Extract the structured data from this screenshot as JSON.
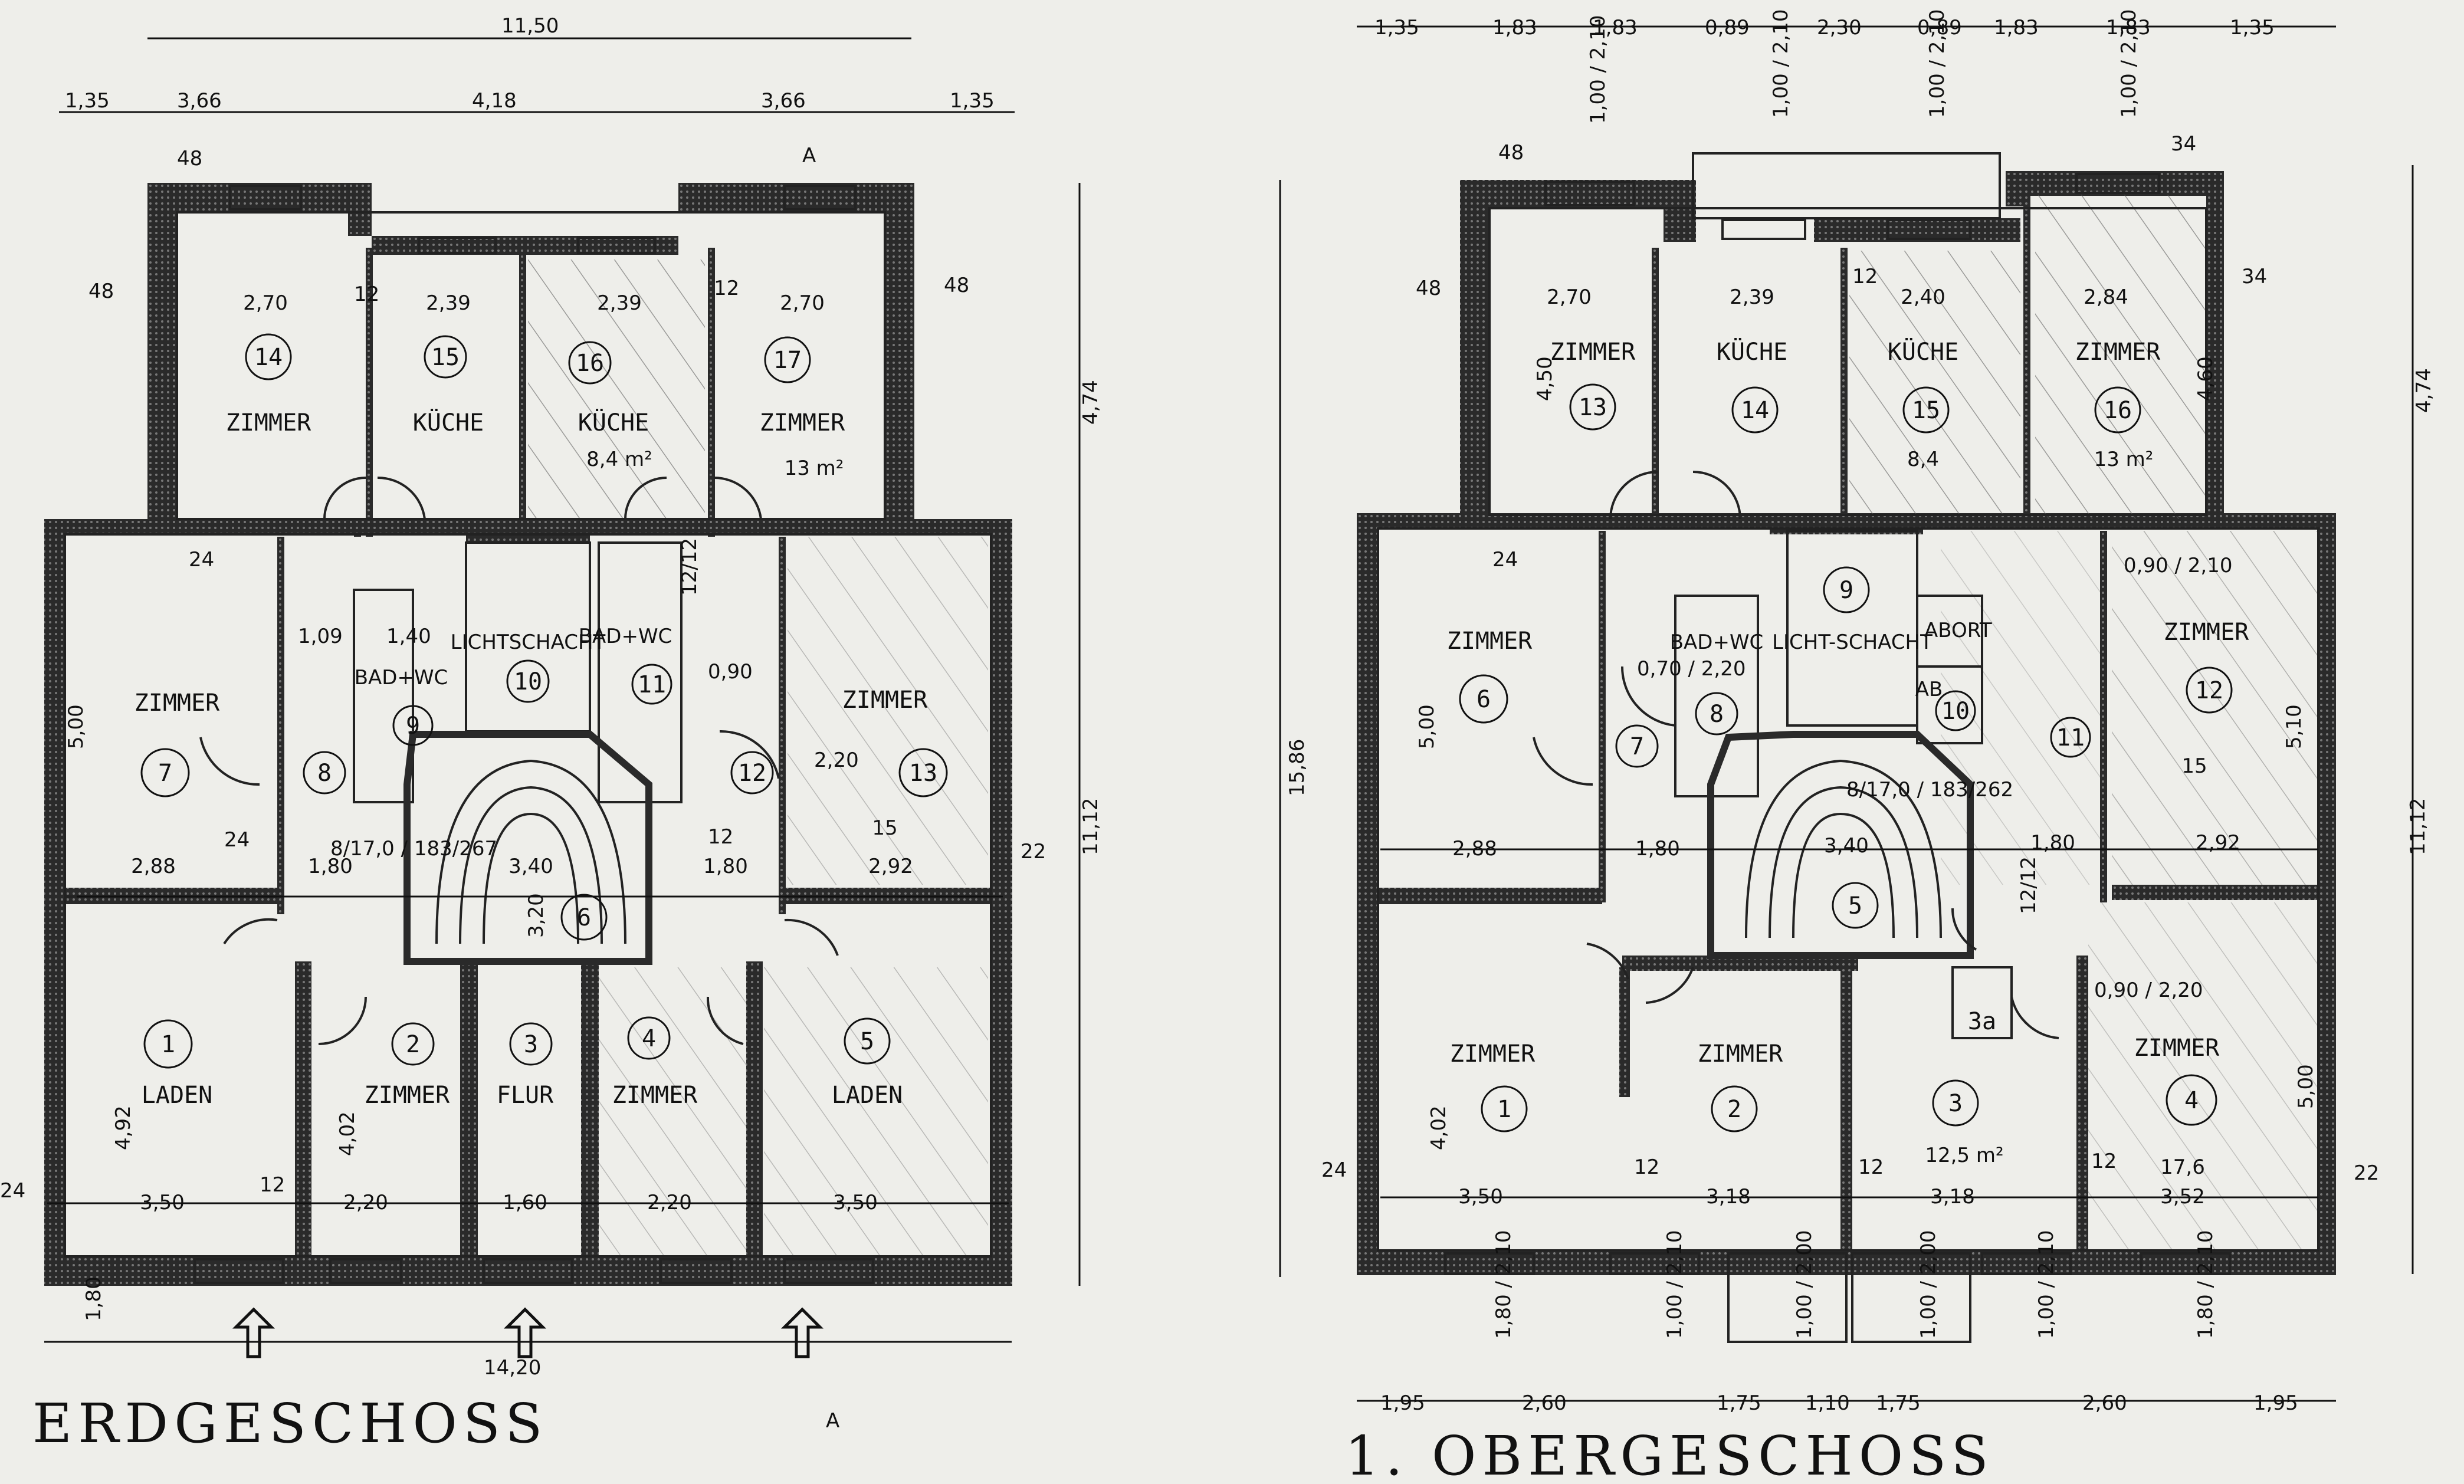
{
  "plans": {
    "eg": {
      "title": "ERDGESCHOSS",
      "section_marker": "A",
      "total_width": "14,20",
      "dims_top_overall": "11,50",
      "dims_top": [
        "1,35",
        "3,66",
        "4,18",
        "3,66",
        "1,35"
      ],
      "dims_right": [
        "4,74",
        "11,12"
      ],
      "wall_notes": [
        "48",
        "48",
        "48",
        "24",
        "24",
        "24",
        "22",
        "12",
        "12",
        "12",
        "12",
        "1,80",
        "4,92",
        "5,00",
        "4,02",
        "3,20",
        "1,09",
        "1,40",
        "12/12",
        "0,90",
        "2,20"
      ],
      "rooms": [
        {
          "num": "1",
          "name": "LADEN",
          "dim": "3,50",
          "area": ""
        },
        {
          "num": "2",
          "name": "ZIMMER",
          "dim": "2,20",
          "area": ""
        },
        {
          "num": "3",
          "name": "FLUR",
          "dim": "1,60",
          "area": ""
        },
        {
          "num": "4",
          "name": "ZIMMER",
          "dim": "2,20",
          "area": ""
        },
        {
          "num": "5",
          "name": "LADEN",
          "dim": "3,50",
          "area": ""
        },
        {
          "num": "6",
          "name": "",
          "dim": "3,40",
          "area": ""
        },
        {
          "num": "7",
          "name": "ZIMMER",
          "dim": "2,88",
          "area": ""
        },
        {
          "num": "8",
          "name": "",
          "dim": "1,80",
          "area": ""
        },
        {
          "num": "9",
          "name": "BAD+WC",
          "dim": "",
          "area": ""
        },
        {
          "num": "10",
          "name": "LICHTSCHACHT",
          "dim": "",
          "area": ""
        },
        {
          "num": "11",
          "name": "BAD+WC",
          "dim": "",
          "area": ""
        },
        {
          "num": "12",
          "name": "",
          "dim": "1,80",
          "area": ""
        },
        {
          "num": "13",
          "name": "ZIMMER",
          "dim": "2,92",
          "area": "15"
        },
        {
          "num": "14",
          "name": "ZIMMER",
          "dim": "2,70",
          "area": ""
        },
        {
          "num": "15",
          "name": "KÜCHE",
          "dim": "2,39",
          "area": ""
        },
        {
          "num": "16",
          "name": "KÜCHE",
          "dim": "2,39",
          "area": "8,4 m²"
        },
        {
          "num": "17",
          "name": "ZIMMER",
          "dim": "2,70",
          "area": "13 m²"
        }
      ],
      "stair": "8/17,0 / 183/267"
    },
    "og": {
      "title": "1. OBERGESCHOSS",
      "total_height": "15,86",
      "dims_top": [
        "1,35",
        "1,83",
        "1,83",
        "0,89",
        "2,30",
        "0,89",
        "1,83",
        "1,83",
        "1,35"
      ],
      "dims_bottom": [
        "1,95",
        "2,60",
        "1,75",
        "1,10",
        "1,75",
        "2,60",
        "1,95"
      ],
      "dims_right": [
        "4,74",
        "11,12"
      ],
      "window_notes": [
        "1,00 / 2,10",
        "1,00 / 2,10",
        "1,00 / 2,10",
        "1,00 / 2,10",
        "1,80 / 2,10",
        "1,00 / 2,10",
        "1,00 / 2,00",
        "1,00 / 2,00",
        "1,00 / 2,10",
        "1,80 / 2,10"
      ],
      "wall_notes": [
        "48",
        "48",
        "34",
        "34",
        "24",
        "24",
        "22",
        "12",
        "12",
        "12",
        "12",
        "4,50",
        "4,60",
        "5,00",
        "4,02",
        "5,10",
        "5,00",
        "12/12",
        "0,90 / 2,20",
        "0,70 / 2,20",
        "0,90 / 2,10"
      ],
      "rooms": [
        {
          "num": "1",
          "name": "ZIMMER",
          "dim": "3,50",
          "area": ""
        },
        {
          "num": "2",
          "name": "ZIMMER",
          "dim": "3,18",
          "area": ""
        },
        {
          "num": "3",
          "name": "",
          "dim": "3,18",
          "area": "12,5 m²"
        },
        {
          "num": "3a",
          "name": "",
          "dim": "",
          "area": ""
        },
        {
          "num": "4",
          "name": "ZIMMER",
          "dim": "3,52",
          "area": "17,6"
        },
        {
          "num": "5",
          "name": "",
          "dim": "3,40",
          "area": ""
        },
        {
          "num": "6",
          "name": "ZIMMER",
          "dim": "2,88",
          "area": ""
        },
        {
          "num": "7",
          "name": "",
          "dim": "1,80",
          "area": ""
        },
        {
          "num": "8",
          "name": "BAD+WC",
          "dim": "",
          "area": ""
        },
        {
          "num": "9",
          "name": "LICHT-SCHACHT",
          "dim": "",
          "area": ""
        },
        {
          "num": "10",
          "name": "AB",
          "dim": "",
          "area": ""
        },
        {
          "num": "11",
          "name": "",
          "dim": "1,80",
          "area": ""
        },
        {
          "num": "12",
          "name": "ZIMMER",
          "dim": "2,92",
          "area": "15"
        },
        {
          "num": "13",
          "name": "ZIMMER",
          "dim": "2,70",
          "area": ""
        },
        {
          "num": "14",
          "name": "KÜCHE",
          "dim": "2,39",
          "area": ""
        },
        {
          "num": "15",
          "name": "KÜCHE",
          "dim": "2,40",
          "area": "8,4"
        },
        {
          "num": "16",
          "name": "ZIMMER",
          "dim": "2,84",
          "area": "13 m²"
        }
      ],
      "abort": "ABORT",
      "stair": "8/17,0 / 183/262"
    }
  },
  "colors": {
    "wall": "#2a2a2a",
    "ink": "#111111",
    "paper": "#eeeeea",
    "hatch": "#444444"
  }
}
